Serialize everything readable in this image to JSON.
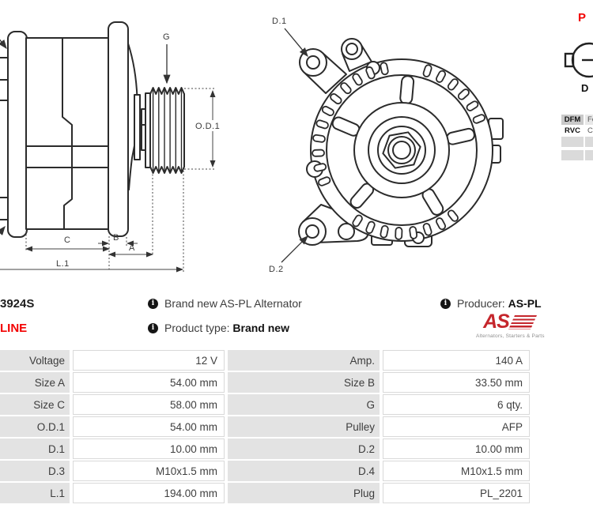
{
  "side_view": {
    "label_g": "G",
    "label_od1": "O.D.1",
    "label_c": "C",
    "label_b": "B",
    "label_a": "A",
    "label_l1": "L.1"
  },
  "front_view": {
    "label_d1": "D.1",
    "label_d2": "D.2"
  },
  "plug_panel": {
    "heading_partial": "P",
    "connector_caption_partial": "D",
    "table_rows": [
      {
        "label": "DFM",
        "value_partial": "Fe"
      },
      {
        "label": "RVC",
        "value_partial": "C"
      }
    ]
  },
  "product": {
    "code_partial": "3924S",
    "line_partial": "LINE",
    "info_brand": "Brand new AS-PL Alternator",
    "product_type_label": "Product type:",
    "product_type_value": "Brand new",
    "producer_label": "Producer:",
    "producer_value": "AS-PL",
    "logo_text": "AS",
    "logo_caption": "Alternators, Starters & Parts"
  },
  "specs": {
    "rows": [
      {
        "label1": "Voltage",
        "value1": "12 V",
        "label2": "Amp.",
        "value2": "140 A"
      },
      {
        "label1": "Size A",
        "value1": "54.00 mm",
        "label2": "Size B",
        "value2": "33.50 mm"
      },
      {
        "label1": "Size C",
        "value1": "58.00 mm",
        "label2": "G",
        "value2": "6 qty."
      },
      {
        "label1": "O.D.1",
        "value1": "54.00 mm",
        "label2": "Pulley",
        "value2": "AFP"
      },
      {
        "label1": "D.1",
        "value1": "10.00 mm",
        "label2": "D.2",
        "value2": "10.00 mm"
      },
      {
        "label1": "D.3",
        "value1": "M10x1.5 mm",
        "label2": "D.4",
        "value2": "M10x1.5 mm"
      },
      {
        "label1": "L.1",
        "value1": "194.00 mm",
        "label2": "Plug",
        "value2": "PL_2201"
      }
    ]
  },
  "colors": {
    "accent_red": "#f20000",
    "logo_red": "#c5262c",
    "table_label_bg": "#e3e3e3",
    "drawing_line": "#2b2b2b"
  }
}
